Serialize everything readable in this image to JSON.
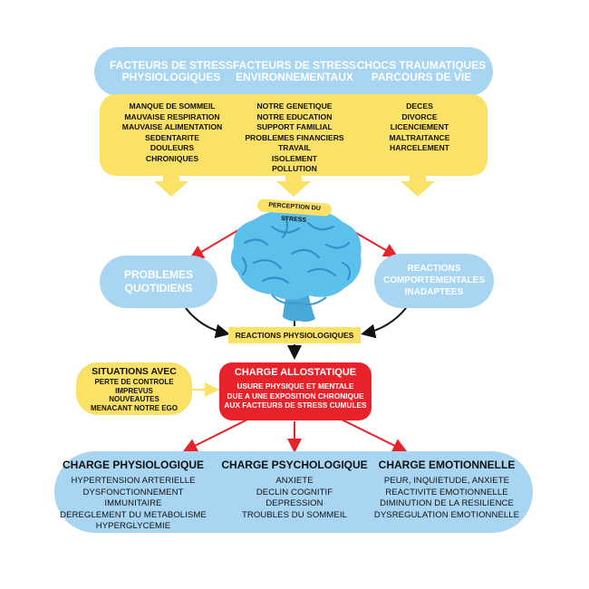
{
  "top": {
    "stressors": [
      {
        "title_l1": "FACTEURS DE STRESS",
        "title_l2": "PHYSIOLOGIQUES",
        "items": [
          "MANQUE DE SOMMEIL",
          "MAUVAISE RESPIRATION",
          "MAUVAISE ALIMENTATION",
          "SEDENTARITE",
          "DOULEURS",
          "CHRONIQUES"
        ]
      },
      {
        "title_l1": "FACTEURS DE STRESS",
        "title_l2": "ENVIRONNEMENTAUX",
        "items": [
          "NOTRE GENETIQUE",
          "NOTRE EDUCATION",
          "SUPPORT FAMILIAL",
          "PROBLEMES FINANCIERS",
          "TRAVAIL",
          "ISOLEMENT",
          "POLLUTION"
        ]
      },
      {
        "title_l1": "CHOCS TRAUMATIQUES",
        "title_l2": "PARCOURS DE VIE",
        "items": [
          "DECES",
          "DIVORCE",
          "LICENCIEMENT",
          "MALTRAITANCE",
          "HARCELEMENT"
        ]
      }
    ]
  },
  "perception": "PERCEPTION DU STRESS",
  "left_box": {
    "l1": "PROBLEMES",
    "l2": "QUOTIDIENS"
  },
  "right_box": {
    "l1": "REACTIONS",
    "l2": "COMPORTEMENTALES",
    "l3": "INADAPTEES"
  },
  "reactions_label": "REACTIONS PHYSIOLOGIQUES",
  "situations": {
    "title": "SITUATIONS AVEC",
    "items": [
      "PERTE DE CONTROLE",
      "IMPREVUS",
      "NOUVEAUTES",
      "MENACANT NOTRE EGO"
    ]
  },
  "allostatic": {
    "title": "CHARGE ALLOSTATIQUE",
    "lines": [
      "USURE PHYSIQUE ET MENTALE",
      "DUE A UNE EXPOSITION CHRONIQUE",
      "AUX FACTEURS DE STRESS CUMULES"
    ]
  },
  "loads": [
    {
      "title": "CHARGE PHYSIOLOGIQUE",
      "items": [
        "HYPERTENSION ARTERIELLE",
        "DYSFONCTIONNEMENT IMMUNITAIRE",
        "DEREGLEMENT DU METABOLISME",
        "HYPERGLYCEMIE"
      ]
    },
    {
      "title": "CHARGE PSYCHOLOGIQUE",
      "items": [
        "ANXIETE",
        "DECLIN COGNITIF",
        "DEPRESSION",
        "TROUBLES DU SOMMEIL"
      ]
    },
    {
      "title": "CHARGE EMOTIONNELLE",
      "items": [
        "PEUR, INQUIETUDE, ANXIETE",
        "REACTIVITE EMOTIONNELLE",
        "DIMINUTION DE LA RESILIENCE",
        "DYSREGULATION EMOTIONNELLE"
      ]
    }
  ],
  "colors": {
    "blue": "#a8d5f2",
    "yellow": "#fbe165",
    "red": "#e8222a",
    "brain": "#5cc0ec"
  }
}
